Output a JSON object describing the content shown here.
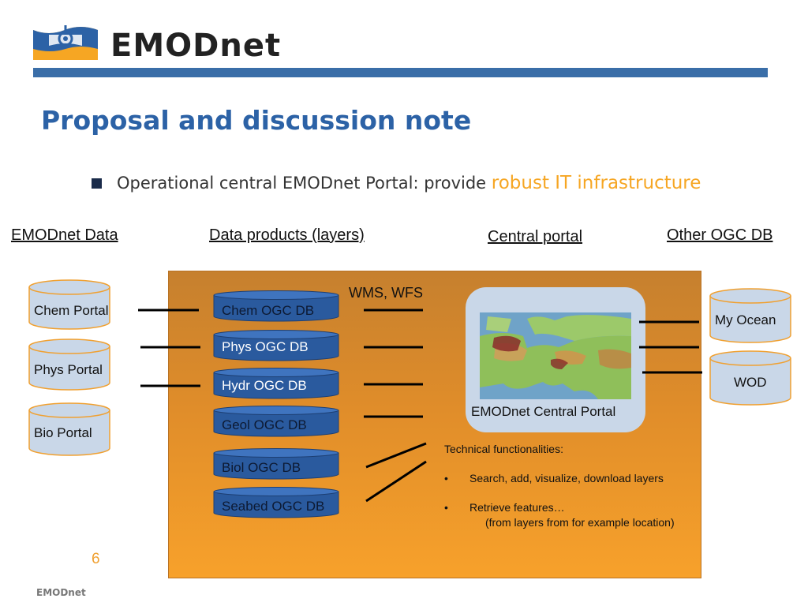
{
  "logo": {
    "icon": "emodnet-logo-icon",
    "text": "EMODnet"
  },
  "slide": {
    "title": "Proposal and discussion note",
    "bullet": {
      "prefix": "Operational central EMODnet Portal: ",
      "provide": "provide ",
      "highlight": "robust IT infrastructure"
    }
  },
  "columns": {
    "data": "EMODnet Data",
    "products": "Data products (layers)",
    "central": "Central portal",
    "other": "Other OGC DB"
  },
  "portals": [
    "Chem Portal",
    "Phys Portal",
    "Bio Portal"
  ],
  "ogc_dbs": [
    "Chem OGC DB",
    "Phys OGC DB",
    "Hydr OGC DB",
    "Geol OGC DB",
    "Biol OGC DB",
    "Seabed OGC DB"
  ],
  "services_label": "WMS, WFS",
  "central_portal": {
    "label": "EMODnet Central Portal",
    "map": "europe-map-image"
  },
  "other_dbs": [
    "My Ocean",
    "WOD"
  ],
  "technical": {
    "heading": "Technical functionalities:",
    "items": [
      {
        "bullet": "•",
        "text": "Search, add, visualize, download layers"
      },
      {
        "bullet": "•",
        "text": "Retrieve features…"
      }
    ],
    "note": "(from layers from for example location)"
  },
  "page_number": "6",
  "footer": "EMODnet",
  "colors": {
    "accent": "#3a6ea8",
    "title": "#2c62a6",
    "highlight": "#f6a623",
    "panel": "#f7a12b",
    "db": "#2a5a9e"
  }
}
